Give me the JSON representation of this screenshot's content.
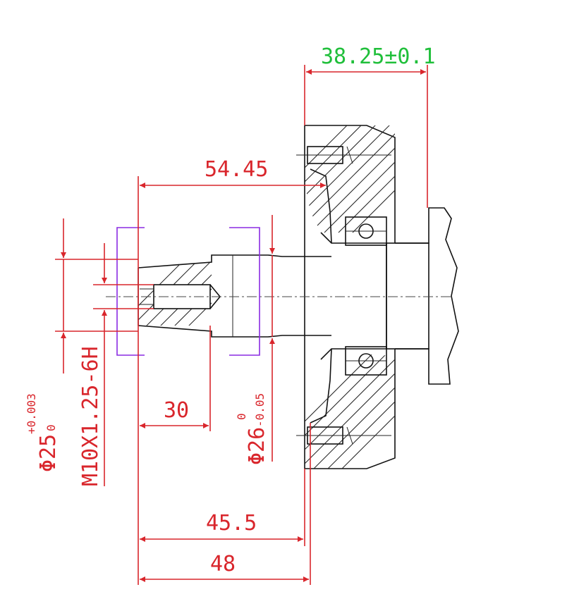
{
  "diagram": {
    "dimensions": {
      "flange_offset": "38.25±0.1",
      "shaft_length_top": "54.45",
      "thread_depth": "30",
      "bore_diameter_main": "Φ25",
      "bore_tol_upper": "+0.003",
      "bore_tol_lower": "0",
      "thread_spec": "M10X1.25-6H",
      "shaft_diameter_main": "Φ26",
      "shaft_tol_upper": "0",
      "shaft_tol_lower": "-0.05",
      "length_45_5": "45.5",
      "length_48": "48"
    },
    "colors": {
      "dimension": "#d9262c",
      "dimension_highlight": "#1fbf3a",
      "outline": "#111111",
      "tolerance_box": "#8a2be2"
    }
  }
}
